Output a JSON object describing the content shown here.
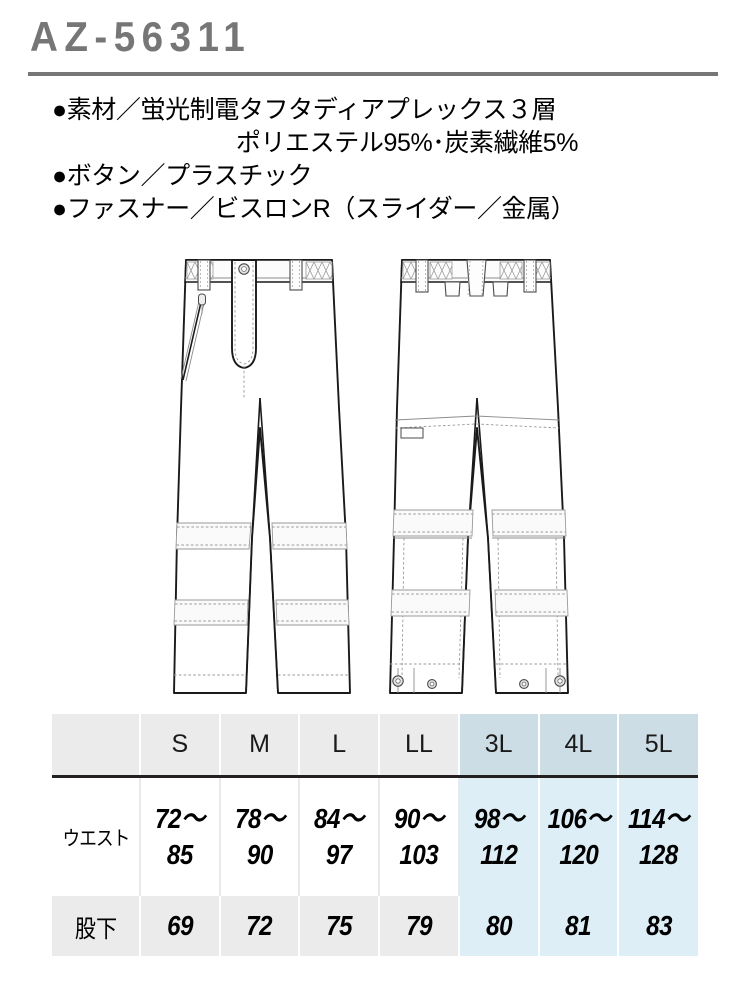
{
  "header": {
    "product_code": "AZ-56311",
    "rule_color": "#767676",
    "title_color": "#767676"
  },
  "spec": {
    "lines": [
      "●素材／蛍光制電タフタディアプレックス３層",
      "ポリエステル95%･炭素繊維5%",
      "●ボタン／プラスチック",
      "●ファスナー／ビスロンR（スライダー／金属）"
    ]
  },
  "illustration": {
    "front_label": "pants-front-view",
    "back_label": "pants-back-view"
  },
  "size_table": {
    "corner_label": "",
    "sizes": [
      "S",
      "M",
      "L",
      "LL",
      "3L",
      "4L",
      "5L"
    ],
    "highlight_from_index": 4,
    "rows": [
      {
        "label": "ウエスト",
        "values": [
          "72〜85",
          "78〜90",
          "84〜97",
          "90〜103",
          "98〜112",
          "106〜120",
          "114〜128"
        ]
      },
      {
        "label": "股下",
        "values": [
          "69",
          "72",
          "75",
          "79",
          "80",
          "81",
          "83"
        ]
      }
    ],
    "colors": {
      "header_bg": "#ebebeb",
      "header_bg_highlight": "#cdddE5",
      "row_bg": "#ebebeb",
      "row_bg_highlight": "#ddeef6",
      "waist_bg": "#ffffff",
      "rule": "#231f20"
    }
  }
}
